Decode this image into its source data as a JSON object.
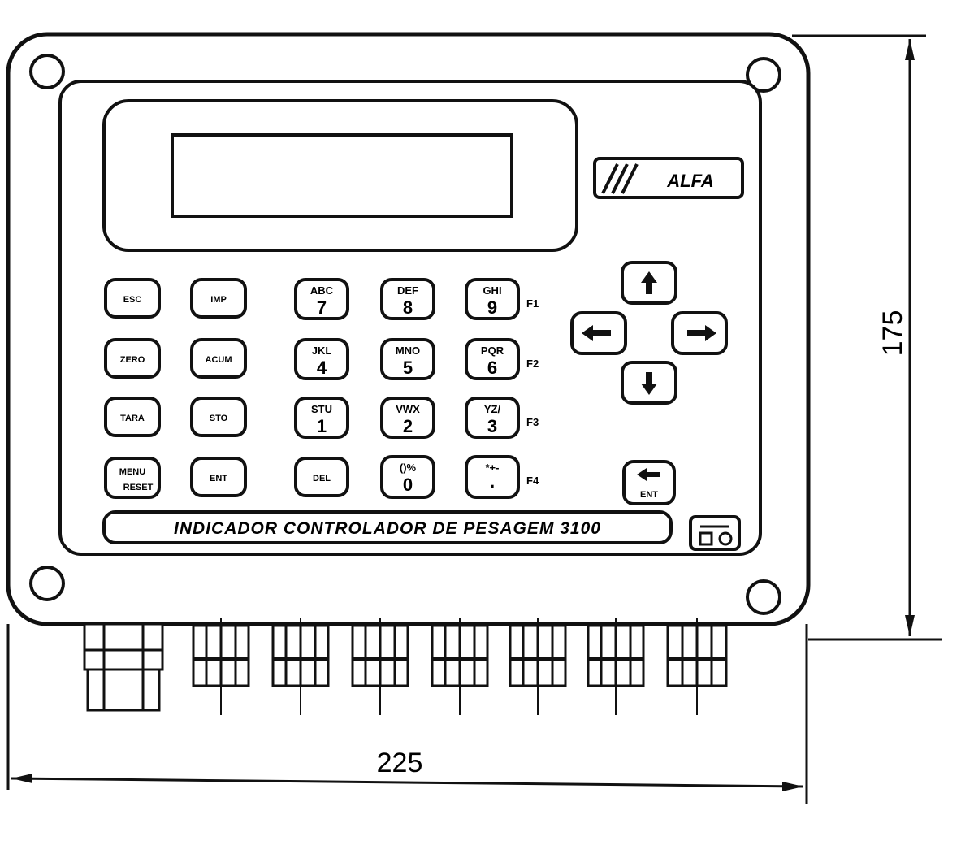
{
  "brand": {
    "logo_text": "ALFA"
  },
  "panel": {
    "title": "INDICADOR CONTROLADOR DE PESAGEM 3100"
  },
  "keys": {
    "esc": "ESC",
    "zero": "ZERO",
    "tara": "TARA",
    "menu": "MENU",
    "menu_sub": "RESET",
    "imp": "IMP",
    "acum": "ACUM",
    "sto": "STO",
    "ent": "ENT",
    "del": "DEL",
    "k7_top": "ABC",
    "k7": "7",
    "k8_top": "DEF",
    "k8": "8",
    "k9_top": "GHI",
    "k9": "9",
    "k4_top": "JKL",
    "k4": "4",
    "k5_top": "MNO",
    "k5": "5",
    "k6_top": "PQR",
    "k6": "6",
    "k1_top": "STU",
    "k1": "1",
    "k2_top": "VWX",
    "k2": "2",
    "k3_top": "YZ/",
    "k3": "3",
    "k0_top": "()%",
    "k0": "0",
    "kdot_top": "*+-",
    "kdot": ".",
    "enter": "ENT"
  },
  "fkeys": {
    "f1": "F1",
    "f2": "F2",
    "f3": "F3",
    "f4": "F4"
  },
  "dimensions": {
    "width": "225",
    "height": "175"
  }
}
